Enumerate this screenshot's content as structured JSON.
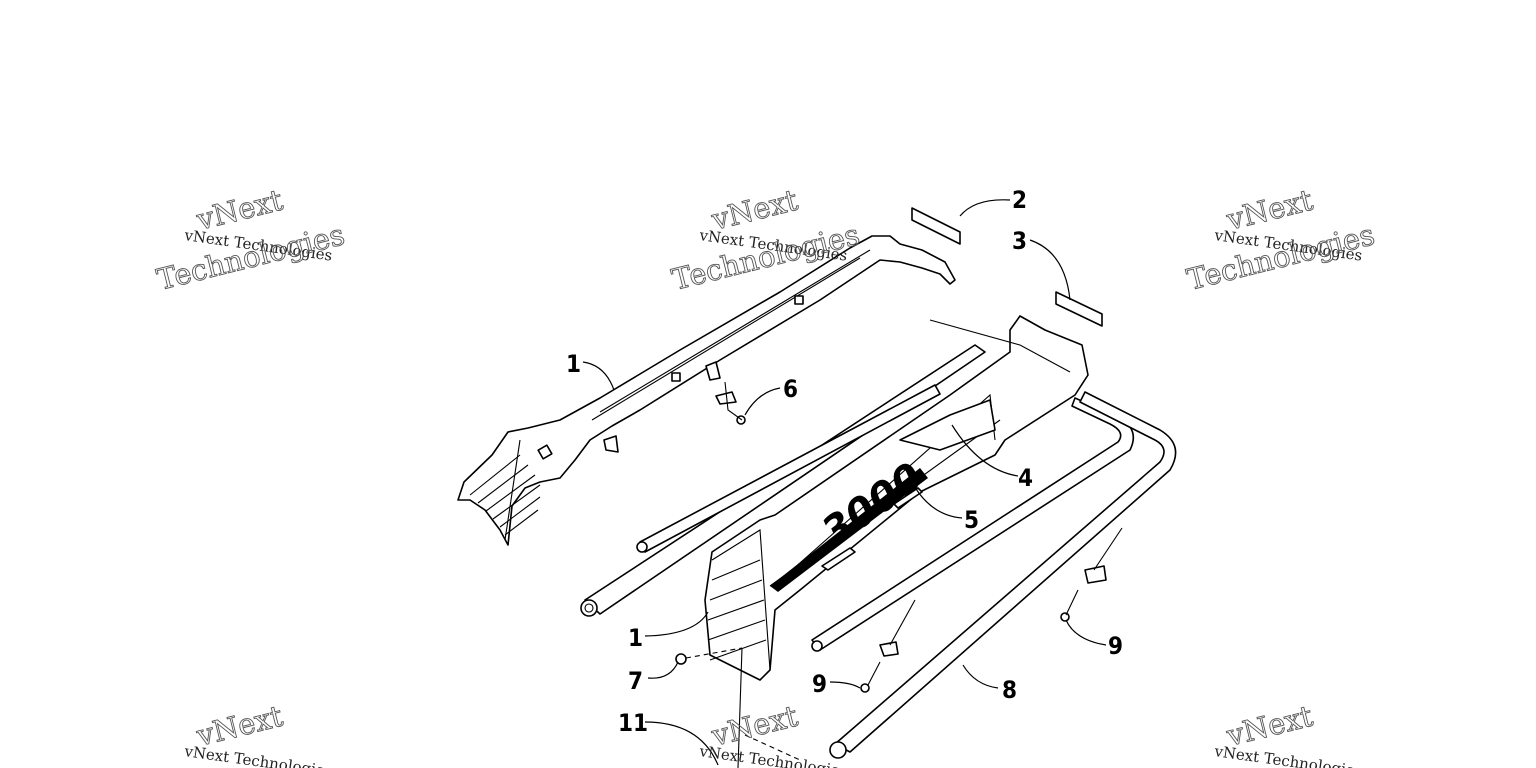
{
  "diagram": {
    "callouts": [
      {
        "id": "c1a",
        "label": "1"
      },
      {
        "id": "c1b",
        "label": "1"
      },
      {
        "id": "c2",
        "label": "2"
      },
      {
        "id": "c3",
        "label": "3"
      },
      {
        "id": "c4",
        "label": "4"
      },
      {
        "id": "c5",
        "label": "5"
      },
      {
        "id": "c6",
        "label": "6"
      },
      {
        "id": "c7",
        "label": "7"
      },
      {
        "id": "c8",
        "label": "8"
      },
      {
        "id": "c9a",
        "label": "9"
      },
      {
        "id": "c9b",
        "label": "9"
      },
      {
        "id": "c11",
        "label": "11"
      }
    ],
    "decal_text": "3000"
  },
  "watermark": {
    "line1": "vNext",
    "line2": "Technologies",
    "small": "vNext Technologies"
  }
}
